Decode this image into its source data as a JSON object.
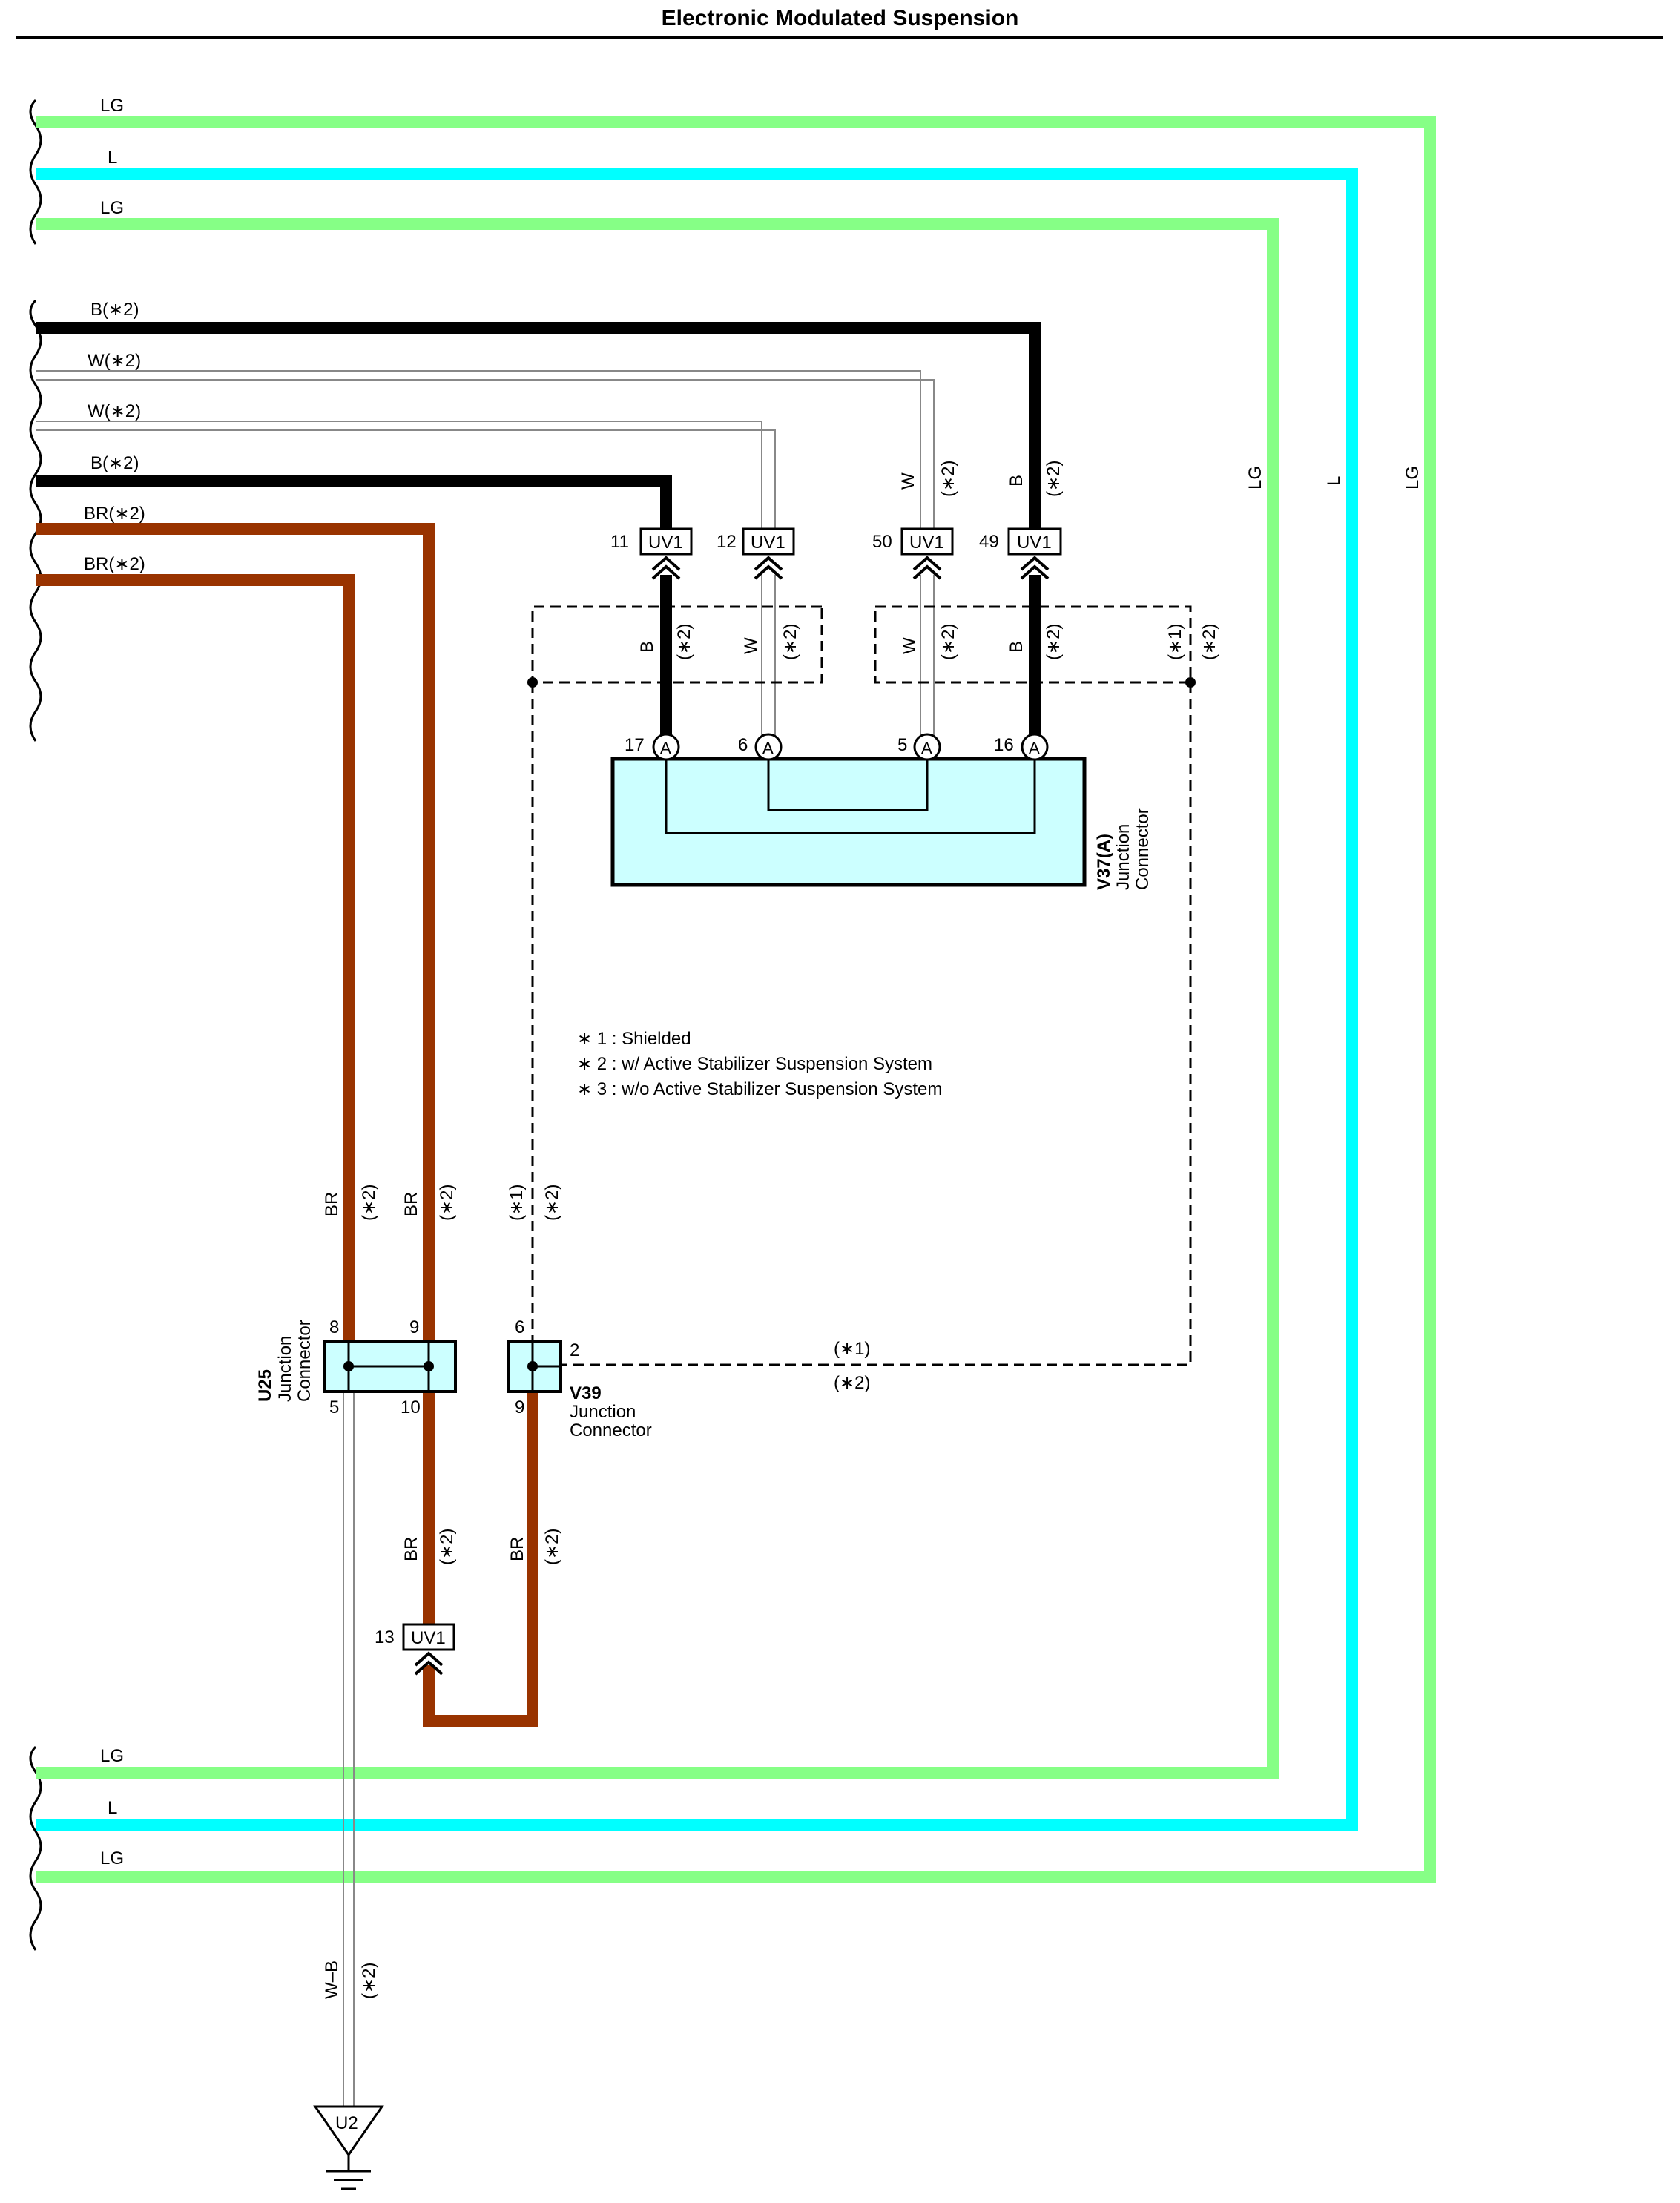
{
  "title": "Electronic Modulated Suspension",
  "colors": {
    "LG": "#86ff86",
    "L": "#00ffff",
    "B": "#000000",
    "BR": "#993300",
    "W": "#888888",
    "connector_fill": "#ccffff"
  },
  "wire_labels_left": {
    "top_lg1": "LG",
    "top_l": "L",
    "top_lg2": "LG",
    "b1": "B(∗2)",
    "w1": "W(∗2)",
    "w2": "W(∗2)",
    "b2": "B(∗2)",
    "br1": "BR(∗2)",
    "br2": "BR(∗2)",
    "bot_lg1": "LG",
    "bot_l": "L",
    "bot_lg2": "LG"
  },
  "vertical_labels": {
    "lg1": "LG",
    "l": "L",
    "lg2": "LG",
    "w": "W",
    "w_note": "(∗2)",
    "b": "B",
    "b_note": "(∗2)",
    "mid_b": "B",
    "mid_b_note": "(∗2)",
    "mid_w1": "W",
    "mid_w1_note": "(∗2)",
    "mid_w2": "W",
    "mid_w2_note": "(∗2)",
    "mid_b2": "B",
    "mid_b2_note": "(∗2)",
    "shield_note1": "(∗1)",
    "shield_note2": "(∗2)",
    "br_a": "BR",
    "br_a_note": "(∗2)",
    "br_b": "BR",
    "br_b_note": "(∗2)",
    "sh_a": "(∗1)",
    "sh_b": "(∗2)",
    "br_c": "BR",
    "br_c_note": "(∗2)",
    "br_d": "BR",
    "br_d_note": "(∗2)",
    "wb": "W–B",
    "wb_note": "(∗2)"
  },
  "uv1_connectors": [
    {
      "pin": "11",
      "name": "UV1"
    },
    {
      "pin": "12",
      "name": "UV1"
    },
    {
      "pin": "50",
      "name": "UV1"
    },
    {
      "pin": "49",
      "name": "UV1"
    },
    {
      "pin": "13",
      "name": "UV1"
    }
  ],
  "junction_a_pins": [
    {
      "pin": "17",
      "mark": "A"
    },
    {
      "pin": "6",
      "mark": "A"
    },
    {
      "pin": "5",
      "mark": "A"
    },
    {
      "pin": "16",
      "mark": "A"
    }
  ],
  "v37": {
    "code": "V37(A)",
    "line1": "Junction",
    "line2": "Connector"
  },
  "u25": {
    "code": "U25",
    "line1": "Junction",
    "line2": "Connector",
    "pin_tl": "8",
    "pin_tr": "9",
    "pin_bl": "5",
    "pin_br": "10"
  },
  "v39": {
    "code": "V39",
    "line1": "Junction",
    "line2": "Connector",
    "pin_top": "6",
    "pin_right": "2",
    "pin_bottom": "9",
    "note1": "(∗1)",
    "note2": "(∗2)"
  },
  "notes": [
    "∗ 1 : Shielded",
    "∗ 2 : w/ Active Stabilizer Suspension System",
    "∗ 3 : w/o Active Stabilizer Suspension System"
  ],
  "ground": {
    "code": "U2"
  }
}
